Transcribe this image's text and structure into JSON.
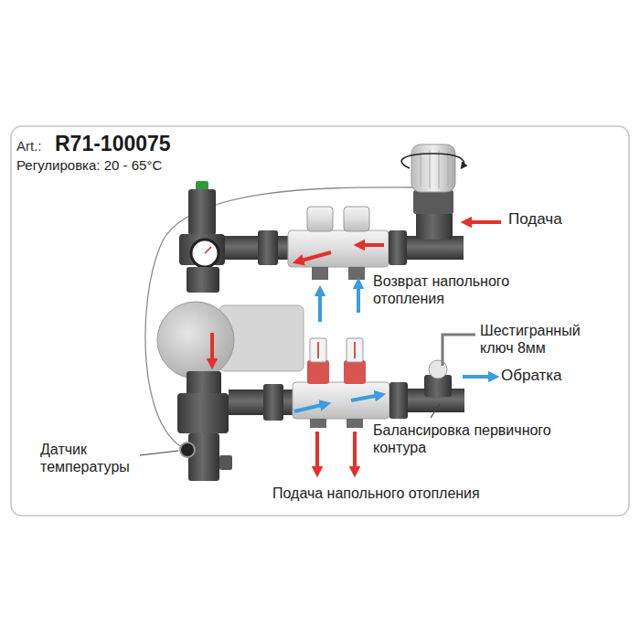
{
  "diagram": {
    "labels": [
      "Art.:",
      "R71-100075",
      "Регулировка: 20 - 65°C",
      "Подача",
      "Возврат напольного отопления",
      "Шестигранный ключ 8мм",
      "Обратка",
      "Балансировка первичного контура",
      "Датчик температуры",
      "Подача напольного отопления"
    ]
  }
}
